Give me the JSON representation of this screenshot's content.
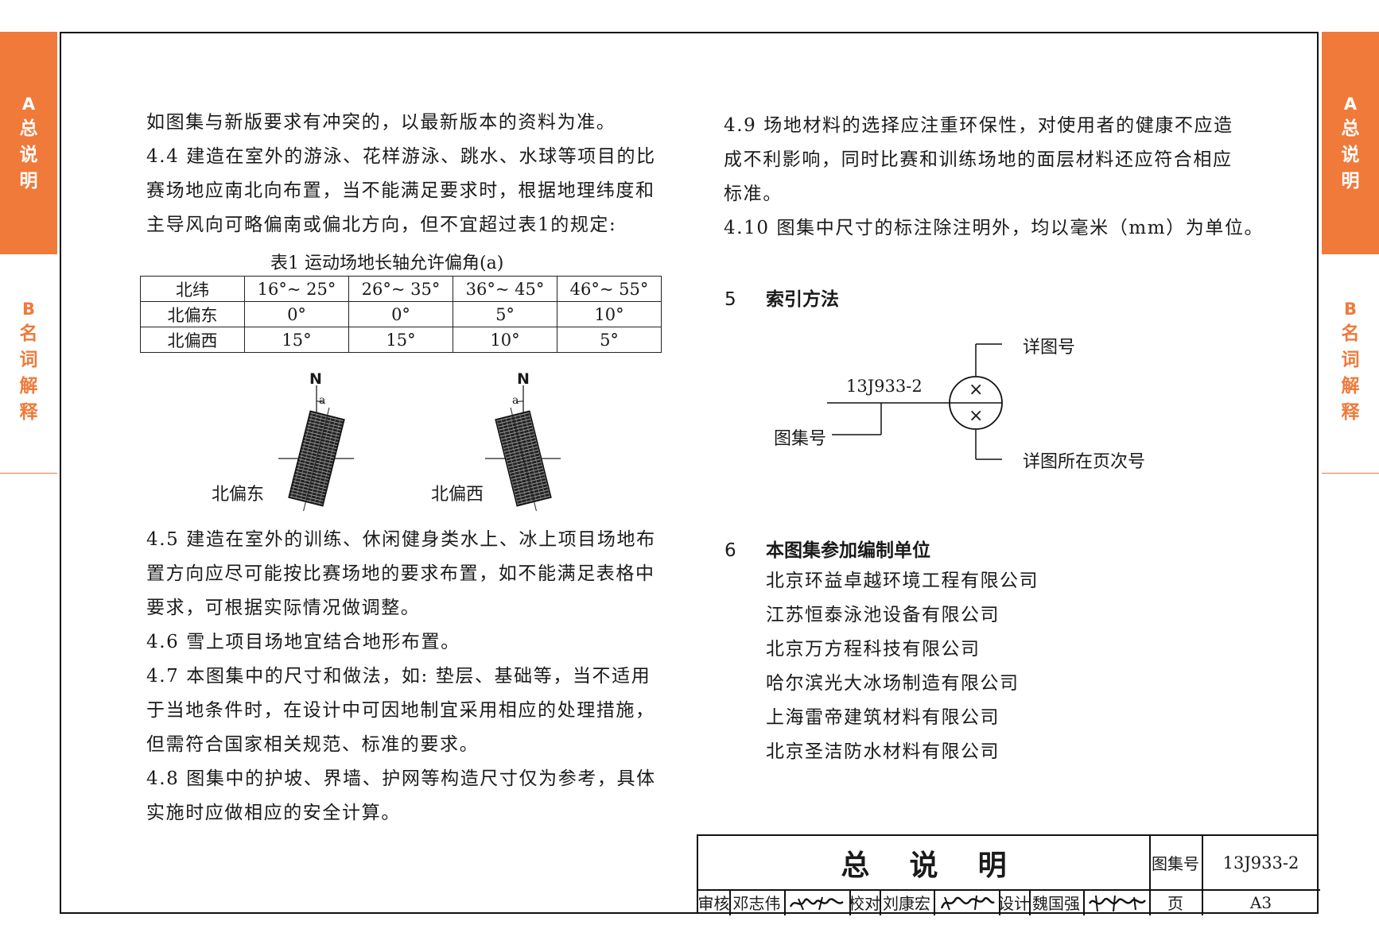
{
  "tabs": {
    "a": {
      "letter": "A",
      "chars": [
        "总",
        "说",
        "明"
      ]
    },
    "b": {
      "letter": "B",
      "chars": [
        "名",
        "词",
        "解",
        "释"
      ]
    }
  },
  "left_col": {
    "para1": [
      "如图集与新版要求有冲突的，以最新版本的资料为准。"
    ],
    "para_4_4": [
      "4.4 建造在室外的游泳、花样游泳、跳水、水球等项目的比",
      "赛场地应南北向布置，当不能满足要求时，根据地理纬度和",
      "主导风向可略偏南或偏北方向，但不宜超过表1的规定:"
    ],
    "table_caption": "表1  运动场地长轴允许偏角(a)",
    "table": {
      "header": [
        "北纬",
        "16°~ 25°",
        "26°~ 35°",
        "36°~ 45°",
        "46°~ 55°"
      ],
      "rows": [
        [
          "北偏东",
          "0°",
          "0°",
          "5°",
          "10°"
        ],
        [
          "北偏西",
          "15°",
          "15°",
          "10°",
          "5°"
        ]
      ]
    },
    "figure": {
      "north": "N",
      "angle": "a",
      "east_label": "北偏东",
      "west_label": "北偏西"
    },
    "para_rest": [
      "4.5 建造在室外的训练、休闲健身类水上、冰上项目场地布",
      "置方向应尽可能按比赛场地的要求布置，如不能满足表格中",
      "要求，可根据实际情况做调整。",
      "4.6 雪上项目场地宜结合地形布置。",
      "4.7 本图集中的尺寸和做法，如: 垫层、基础等，当不适用",
      "于当地条件时，在设计中可因地制宜采用相应的处理措施，",
      "但需符合国家相关规范、标准的要求。",
      "4.8 图集中的护坡、界墙、护网等构造尺寸仅为参考，具体",
      "实施时应做相应的安全计算。"
    ]
  },
  "right_col": {
    "para_4_9": [
      "4.9 场地材料的选择应注重环保性，对使用者的健康不应造",
      "成不利影响，同时比赛和训练场地的面层材料还应符合相应",
      "标准。",
      "4.10 图集中尺寸的标注除注明外，均以毫米（mm）为单位。"
    ],
    "sec5": {
      "num": "5",
      "title": "索引方法"
    },
    "index_diagram": {
      "code": "13J933-2",
      "top_symbol": "×",
      "bottom_symbol": "×",
      "detail_label": "详图号",
      "atlas_label": "图集号",
      "page_label": "详图所在页次号"
    },
    "sec6": {
      "num": "6",
      "title": "本图集参加编制单位"
    },
    "orgs": [
      "北京环益卓越环境工程有限公司",
      "江苏恒泰泳池设备有限公司",
      "北京万方程科技有限公司",
      "哈尔滨光大冰场制造有限公司",
      "上海雷帝建筑材料有限公司",
      "北京圣洁防水材料有限公司"
    ]
  },
  "title_block": {
    "title": "总    说    明",
    "atlas_no_label": "图集号",
    "atlas_no": "13J933-2",
    "review_label": "审核",
    "reviewer": "邓志伟",
    "check_label": "校对",
    "checker": "刘康宏",
    "design_label": "设计",
    "designer": "魏国强",
    "page_label": "页",
    "page": "A3"
  }
}
